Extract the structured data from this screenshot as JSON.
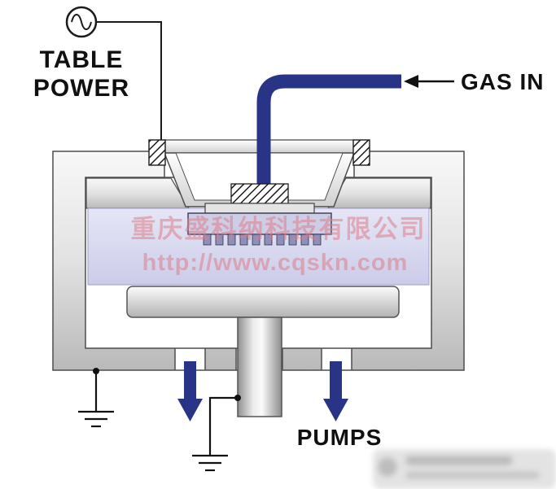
{
  "diagram": {
    "labels": {
      "table_power_line1": "TABLE",
      "table_power_line2": "POWER",
      "gas_in": "GAS IN",
      "pumps": "PUMPS"
    },
    "watermark": {
      "line1": "重庆盛科纳科技有限公司",
      "line2": "http://www.cqskn.com"
    },
    "colors": {
      "flow_navy": "#2a3486",
      "watermark_pink": "#dd7f88",
      "chamber_metal_light": "#f5f5f5",
      "chamber_metal_dark": "#bdbdbd",
      "plasma_lavender": "#d8d8f0",
      "line_black": "#111111"
    }
  }
}
